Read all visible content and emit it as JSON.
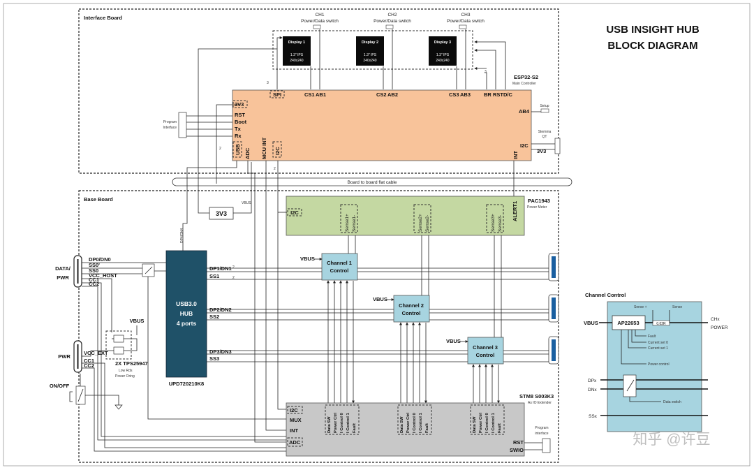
{
  "title": {
    "line1": "USB INSIGHT HUB",
    "line2": "BLOCK DIAGRAM"
  },
  "boards": {
    "interface": "Interface Board",
    "base": "Base Board",
    "cable": "Board to board flat cable"
  },
  "channels_top": [
    {
      "ch": "CH1",
      "switch": "Power/Data switch",
      "display": "Display 1",
      "spec1": "1.3\" IPS",
      "spec2": "240x240",
      "cs": "CS1",
      "ab": "AB1"
    },
    {
      "ch": "CH2",
      "switch": "Power/Data switch",
      "display": "Display 2",
      "spec1": "1.3\" IPS",
      "spec2": "240x240",
      "cs": "CS2",
      "ab": "AB2"
    },
    {
      "ch": "CH3",
      "switch": "Power/Data switch",
      "display": "Display 3",
      "spec1": "1.3\" IPS",
      "spec2": "240x240",
      "cs": "CS3",
      "ab": "AB3"
    }
  ],
  "esp": {
    "name": "ESP32-S2",
    "sub": "Main Controller",
    "spi": "SPI",
    "br": "BR",
    "rst": "RST",
    "dc": "D/C",
    "ab4": "AB4",
    "pins_left": [
      "3V3",
      "RST",
      "Boot",
      "Tx",
      "Rx"
    ],
    "usb": "USB",
    "adc": "ADC",
    "mcu_int": "MCU INT",
    "i2c_bottom": "I2C",
    "i2c_right": "I2C",
    "v3": "3V3",
    "int": "INT"
  },
  "program_interface": "Program\nInterface",
  "setup": "Setup",
  "stemma": {
    "l1": "Stemma",
    "l2": "QT"
  },
  "bus_labels": {
    "three_a": "3",
    "three_b": "3",
    "two_a": "2",
    "two_b": "2",
    "two_c": "2",
    "two_d": "2"
  },
  "vbus_top": "VBUS",
  "reg_3v3": "3V3",
  "dp4": "DP4/DN4",
  "pac": {
    "name": "PAC1943",
    "sub": "Power Meter",
    "i2c": "I2C",
    "alert": "ALERT1",
    "sense": [
      [
        "Sense1+",
        "Sense1-"
      ],
      [
        "Sense2+",
        "Sense2-"
      ],
      [
        "Sense3+",
        "Sense3-"
      ]
    ]
  },
  "hub": {
    "l1": "USB3.0",
    "l2": "HUB",
    "l3": "4 ports",
    "part": "UPD720210K8",
    "ports": [
      [
        "DP1/DN1",
        "SS1"
      ],
      [
        "DP2/DN2",
        "SS2"
      ],
      [
        "DP3/DN3",
        "SS3"
      ]
    ]
  },
  "data_pwr": {
    "l1": "DATA/",
    "l2": "PWR",
    "signals": [
      "DP0/DN0",
      "SS0'",
      "SS0",
      "VCC_HOST",
      "CC1",
      "CC2"
    ]
  },
  "pwr": {
    "label": "PWR",
    "signals": [
      "VCC_EXT",
      "CC1",
      "CC2"
    ]
  },
  "onoff": "ON/OFF",
  "vbus_sw": "VBUS",
  "tps": {
    "l1": "2X TPS25947",
    "l2": "Low Rds",
    "l3": "Power Oring"
  },
  "channel_blocks": [
    {
      "vbus": "VBUS",
      "l1": "Channel 1",
      "l2": "Control"
    },
    {
      "vbus": "VBUS",
      "l1": "Channel 2",
      "l2": "Control"
    },
    {
      "vbus": "VBUS",
      "l1": "Channel 3",
      "l2": "Control"
    }
  ],
  "stm": {
    "name": "STM8 S003K3",
    "sub": "As IO Extender",
    "pins_left": [
      "I2C",
      "MUX",
      "INT",
      "ADC"
    ],
    "group": [
      "Data SW",
      "Power Ctrl",
      "I Control 0",
      "I Control 1",
      "Fault"
    ],
    "rst": "RST",
    "swio": "SWIO",
    "prog": "Program\ninterface"
  },
  "cc": {
    "title": "Channel Control",
    "vbus": "VBUS",
    "chip": "AP22653",
    "res": "0.02R",
    "sense_p": "Sense +",
    "sense": "Sense",
    "out1": "CHx",
    "out2": "POWER",
    "fault": "Fault",
    "cs0": "Current set 0",
    "cs1": "Current set 1",
    "pctl": "Power control",
    "dpx": "DPx",
    "dnx": "DNx",
    "ssx": "SSx",
    "dsw": "Data switch"
  },
  "watermark": "知乎 @许豆"
}
